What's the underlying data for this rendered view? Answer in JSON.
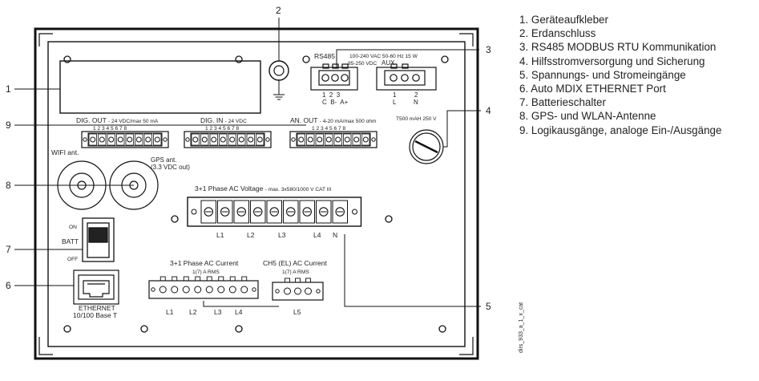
{
  "legend": {
    "items": [
      {
        "num": "1.",
        "text": "Geräteaufkleber"
      },
      {
        "num": "2.",
        "text": "Erdanschluss"
      },
      {
        "num": "3.",
        "text": "RS485 MODBUS RTU Kommunikation"
      },
      {
        "num": "4.",
        "text": "Hilfsstromversorgung und Sicherung"
      },
      {
        "num": "5.",
        "text": "Spannungs- und Stromeingänge"
      },
      {
        "num": "6.",
        "text": "Auto MDIX ETHERNET Port"
      },
      {
        "num": "7.",
        "text": "Batterieschalter"
      },
      {
        "num": "8.",
        "text": "GPS- und WLAN-Antenne"
      },
      {
        "num": "9.",
        "text": "Logikausgänge, analoge Ein-/Ausgänge"
      }
    ]
  },
  "callouts": {
    "c1": "1",
    "c2": "2",
    "c3": "3",
    "c4": "4",
    "c5": "5",
    "c6": "6",
    "c7": "7",
    "c8": "8",
    "c9": "9"
  },
  "panel": {
    "rs485": {
      "title": "RS485",
      "pins": "1  2  3",
      "pin_labels": "C  B-  A+"
    },
    "aux": {
      "spec1": "100-240 VAC 50-60 Hz 15 W",
      "spec2": "85-250 VDC",
      "title": "AUX",
      "pin_l": "L",
      "pin_n": "N",
      "pin_1": "1",
      "pin_2": "2"
    },
    "fuse": {
      "label": "T500 mAH 250 V"
    },
    "dig_out": {
      "title": "DIG. OUT",
      "spec": "- 24 VDC/max 50 mA",
      "pins": "1 2 3 4 5 6 7 8"
    },
    "dig_in": {
      "title": "DIG. IN",
      "spec": "- 24 VDC",
      "pins": "1 2 3 4 5 6 7 8"
    },
    "an_out": {
      "title": "AN. OUT",
      "spec": "- 4-20 mA/max 500 ohm",
      "pins": "1 2 3 4 5 6 7 8"
    },
    "wifi": {
      "label": "WIFI ant."
    },
    "gps": {
      "label1": "GPS ant.",
      "label2": "(3.3 VDC out)"
    },
    "voltage": {
      "title": "3+1 Phase AC Voltage",
      "spec": "- max. 3x580/1000 V CAT III",
      "labels": [
        "L1",
        "L2",
        "L3",
        "L4",
        "N"
      ]
    },
    "batt": {
      "on": "ON",
      "title": "BATT",
      "off": "OFF"
    },
    "current": {
      "title": "3+1 Phase AC Current",
      "spec": "1(7) A RMS",
      "labels": [
        "L1",
        "L2",
        "L3",
        "L4"
      ]
    },
    "ch5": {
      "title": "CH5 (EL) AC Current",
      "spec": "1(7) A RMS",
      "label": "L5"
    },
    "ethernet": {
      "label1": "ETHERNET",
      "label2": "10/100 Base T"
    }
  },
  "side_code": "dirs_933_a_1_x_cat"
}
